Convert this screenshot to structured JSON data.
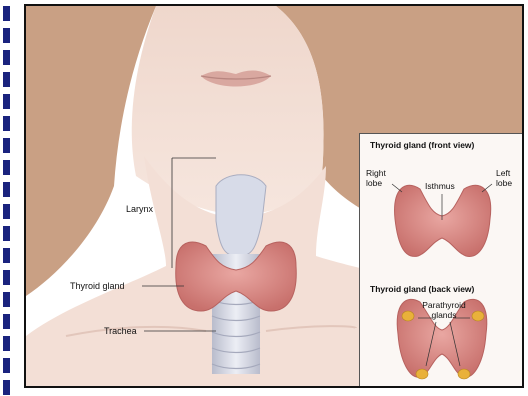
{
  "main_labels": {
    "larynx": "Larynx",
    "thyroid_gland": "Thyroid gland",
    "trachea": "Trachea"
  },
  "front_view": {
    "title": "Thyroid gland (front view)",
    "right_lobe_line1": "Right",
    "right_lobe_line2": "lobe",
    "isthmus": "Isthmus",
    "left_lobe_line1": "Left",
    "left_lobe_line2": "lobe"
  },
  "back_view": {
    "title": "Thyroid gland (back view)",
    "parathyroid_line1": "Parathyroid",
    "parathyroid_line2": "glands"
  },
  "colors": {
    "stripe": "#1a237e",
    "skin": "#f2dcd2",
    "hair": "#c49a7a",
    "thyroid": "#d98a86",
    "parathyroid": "#e9b13a",
    "trachea": "#c9cbd8"
  }
}
